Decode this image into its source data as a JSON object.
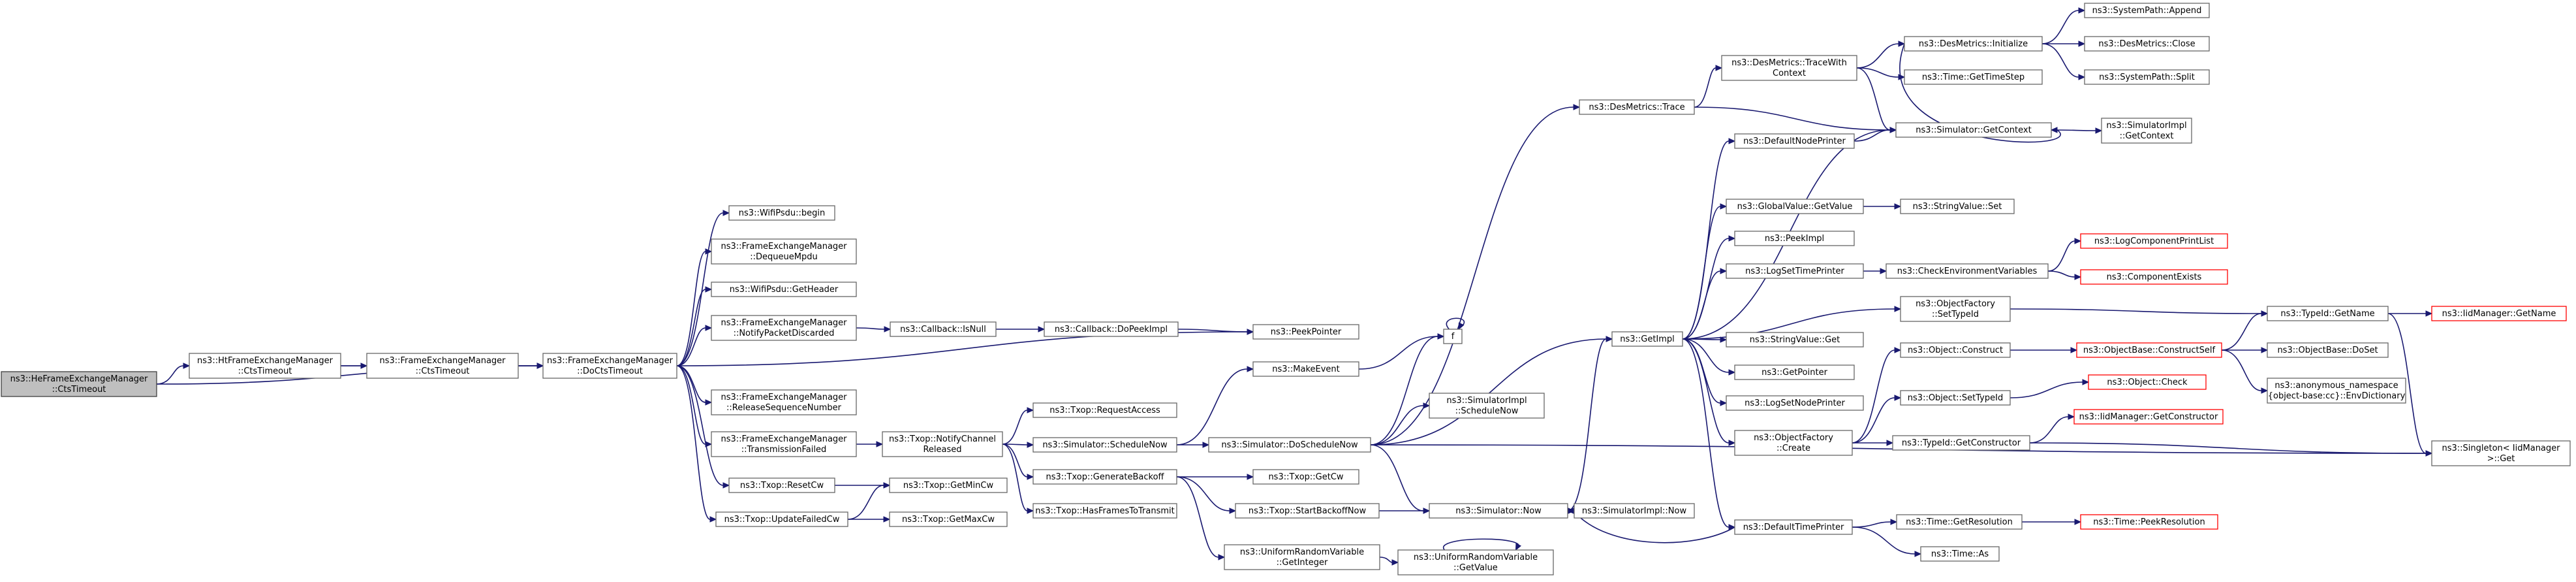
{
  "nodes": [
    {
      "id": "root",
      "lines": [
        "ns3::HeFrameExchangeManager",
        "::CtsTimeout"
      ],
      "kind": "root"
    },
    {
      "id": "ht",
      "lines": [
        "ns3::HtFrameExchangeManager",
        "::CtsTimeout"
      ]
    },
    {
      "id": "fem",
      "lines": [
        "ns3::FrameExchangeManager",
        "::CtsTimeout"
      ]
    },
    {
      "id": "docts",
      "lines": [
        "ns3::FrameExchangeManager",
        "::DoCtsTimeout"
      ]
    },
    {
      "id": "begin",
      "lines": [
        "ns3::WifiPsdu::begin"
      ]
    },
    {
      "id": "deq",
      "lines": [
        "ns3::FrameExchangeManager",
        "::DequeueMpdu"
      ]
    },
    {
      "id": "gethdr",
      "lines": [
        "ns3::WifiPsdu::GetHeader"
      ]
    },
    {
      "id": "notify",
      "lines": [
        "ns3::FrameExchangeManager",
        "::NotifyPacketDiscarded"
      ]
    },
    {
      "id": "release",
      "lines": [
        "ns3::FrameExchangeManager",
        "::ReleaseSequenceNumber"
      ]
    },
    {
      "id": "txfail",
      "lines": [
        "ns3::FrameExchangeManager",
        "::TransmissionFailed"
      ]
    },
    {
      "id": "resetcw",
      "lines": [
        "ns3::Txop::ResetCw"
      ]
    },
    {
      "id": "updfail",
      "lines": [
        "ns3::Txop::UpdateFailedCw"
      ]
    },
    {
      "id": "isnull",
      "lines": [
        "ns3::Callback::IsNull"
      ]
    },
    {
      "id": "dopeek",
      "lines": [
        "ns3::Callback::DoPeekImpl"
      ]
    },
    {
      "id": "peekptr",
      "lines": [
        "ns3::PeekPointer"
      ]
    },
    {
      "id": "notifych",
      "lines": [
        "ns3::Txop::NotifyChannel",
        "Released"
      ]
    },
    {
      "id": "reqacc",
      "lines": [
        "ns3::Txop::RequestAccess"
      ]
    },
    {
      "id": "schednow",
      "lines": [
        "ns3::Simulator::ScheduleNow"
      ]
    },
    {
      "id": "genback",
      "lines": [
        "ns3::Txop::GenerateBackoff"
      ]
    },
    {
      "id": "hasframes",
      "lines": [
        "ns3::Txop::HasFramesToTransmit"
      ]
    },
    {
      "id": "getmincw",
      "lines": [
        "ns3::Txop::GetMinCw"
      ]
    },
    {
      "id": "getmaxcw",
      "lines": [
        "ns3::Txop::GetMaxCw"
      ]
    },
    {
      "id": "makeevent",
      "lines": [
        "ns3::MakeEvent"
      ]
    },
    {
      "id": "f",
      "lines": [
        "f"
      ]
    },
    {
      "id": "doschednow",
      "lines": [
        "ns3::Simulator::DoScheduleNow"
      ]
    },
    {
      "id": "getcw",
      "lines": [
        "ns3::Txop::GetCw"
      ]
    },
    {
      "id": "startback",
      "lines": [
        "ns3::Txop::StartBackoffNow"
      ]
    },
    {
      "id": "urvint",
      "lines": [
        "ns3::UniformRandomVariable",
        "::GetInteger"
      ]
    },
    {
      "id": "urvval",
      "lines": [
        "ns3::UniformRandomVariable",
        "::GetValue"
      ]
    },
    {
      "id": "simimplsched",
      "lines": [
        "ns3::SimulatorImpl",
        "::ScheduleNow"
      ]
    },
    {
      "id": "simnow",
      "lines": [
        "ns3::Simulator::Now"
      ]
    },
    {
      "id": "simimplnow",
      "lines": [
        "ns3::SimulatorImpl::Now"
      ]
    },
    {
      "id": "destrace",
      "lines": [
        "ns3::DesMetrics::Trace"
      ]
    },
    {
      "id": "getimpl",
      "lines": [
        "ns3::GetImpl"
      ]
    },
    {
      "id": "tracewith",
      "lines": [
        "ns3::DesMetrics::TraceWith",
        "Context"
      ]
    },
    {
      "id": "desinit",
      "lines": [
        "ns3::DesMetrics::Initialize"
      ]
    },
    {
      "id": "gettimestep",
      "lines": [
        "ns3::Time::GetTimeStep"
      ]
    },
    {
      "id": "getcontext",
      "lines": [
        "ns3::Simulator::GetContext"
      ]
    },
    {
      "id": "sysappend",
      "lines": [
        "ns3::SystemPath::Append"
      ]
    },
    {
      "id": "desclose",
      "lines": [
        "ns3::DesMetrics::Close"
      ]
    },
    {
      "id": "syssplit",
      "lines": [
        "ns3::SystemPath::Split"
      ]
    },
    {
      "id": "simimplctx",
      "lines": [
        "ns3::SimulatorImpl",
        "::GetContext"
      ]
    },
    {
      "id": "defnodeprinter",
      "lines": [
        "ns3::DefaultNodePrinter"
      ]
    },
    {
      "id": "gvgetvalue",
      "lines": [
        "ns3::GlobalValue::GetValue"
      ]
    },
    {
      "id": "strvalset",
      "lines": [
        "ns3::StringValue::Set"
      ]
    },
    {
      "id": "peekimpl",
      "lines": [
        "ns3::PeekImpl"
      ]
    },
    {
      "id": "logsettime",
      "lines": [
        "ns3::LogSetTimePrinter"
      ]
    },
    {
      "id": "checkenv",
      "lines": [
        "ns3::CheckEnvironmentVariables"
      ]
    },
    {
      "id": "logcomplist",
      "lines": [
        "ns3::LogComponentPrintList"
      ],
      "kind": "red"
    },
    {
      "id": "compexists",
      "lines": [
        "ns3::ComponentExists"
      ],
      "kind": "red"
    },
    {
      "id": "objfactset",
      "lines": [
        "ns3::ObjectFactory",
        "::SetTypeId"
      ]
    },
    {
      "id": "strvalget",
      "lines": [
        "ns3::StringValue::Get"
      ]
    },
    {
      "id": "getpointer",
      "lines": [
        "ns3::GetPointer"
      ]
    },
    {
      "id": "logsetnode",
      "lines": [
        "ns3::LogSetNodePrinter"
      ]
    },
    {
      "id": "objfactcreate",
      "lines": [
        "ns3::ObjectFactory",
        "::Create"
      ]
    },
    {
      "id": "deftimeprinter",
      "lines": [
        "ns3::DefaultTimePrinter"
      ]
    },
    {
      "id": "objconstruct",
      "lines": [
        "ns3::Object::Construct"
      ]
    },
    {
      "id": "objsettypeid",
      "lines": [
        "ns3::Object::SetTypeId"
      ]
    },
    {
      "id": "typeidgetctor",
      "lines": [
        "ns3::TypeId::GetConstructor"
      ]
    },
    {
      "id": "timegetres",
      "lines": [
        "ns3::Time::GetResolution"
      ]
    },
    {
      "id": "timeas",
      "lines": [
        "ns3::Time::As"
      ]
    },
    {
      "id": "objbaseconstructself",
      "lines": [
        "ns3::ObjectBase::ConstructSelf"
      ],
      "kind": "red"
    },
    {
      "id": "objcheck",
      "lines": [
        "ns3::Object::Check"
      ],
      "kind": "red"
    },
    {
      "id": "iidgetctor",
      "lines": [
        "ns3::IidManager::GetConstructor"
      ],
      "kind": "red"
    },
    {
      "id": "timepeekres",
      "lines": [
        "ns3::Time::PeekResolution"
      ],
      "kind": "red"
    },
    {
      "id": "typeidgetname",
      "lines": [
        "ns3::TypeId::GetName"
      ]
    },
    {
      "id": "objbasedoset",
      "lines": [
        "ns3::ObjectBase::DoSet"
      ]
    },
    {
      "id": "anonenv",
      "lines": [
        "ns3::anonymous_namespace",
        "{object-base:cc}::EnvDictionary"
      ]
    },
    {
      "id": "iidgetname",
      "lines": [
        "ns3::IidManager::GetName"
      ],
      "kind": "red"
    },
    {
      "id": "singleton",
      "lines": [
        "ns3::Singleton< IidManager",
        ">::Get"
      ]
    }
  ],
  "edges": [
    [
      "root",
      "ht"
    ],
    [
      "root",
      "docts"
    ],
    [
      "ht",
      "fem"
    ],
    [
      "ht",
      "docts"
    ],
    [
      "fem",
      "docts"
    ],
    [
      "docts",
      "begin"
    ],
    [
      "docts",
      "deq"
    ],
    [
      "docts",
      "gethdr"
    ],
    [
      "docts",
      "notify"
    ],
    [
      "docts",
      "peekptr"
    ],
    [
      "docts",
      "release"
    ],
    [
      "docts",
      "txfail"
    ],
    [
      "docts",
      "resetcw"
    ],
    [
      "docts",
      "updfail"
    ],
    [
      "notify",
      "isnull"
    ],
    [
      "isnull",
      "dopeek"
    ],
    [
      "dopeek",
      "peekptr"
    ],
    [
      "txfail",
      "notifych"
    ],
    [
      "notifych",
      "reqacc"
    ],
    [
      "notifych",
      "schednow"
    ],
    [
      "notifych",
      "genback"
    ],
    [
      "notifych",
      "hasframes"
    ],
    [
      "resetcw",
      "getmincw"
    ],
    [
      "updfail",
      "getmincw"
    ],
    [
      "updfail",
      "getmaxcw"
    ],
    [
      "schednow",
      "makeevent"
    ],
    [
      "schednow",
      "doschednow"
    ],
    [
      "makeevent",
      "f"
    ],
    [
      "f",
      "f"
    ],
    [
      "genback",
      "getcw"
    ],
    [
      "genback",
      "startback"
    ],
    [
      "genback",
      "urvint"
    ],
    [
      "urvint",
      "urvval"
    ],
    [
      "urvval",
      "urvval"
    ],
    [
      "startback",
      "simnow"
    ],
    [
      "doschednow",
      "f"
    ],
    [
      "doschednow",
      "destrace"
    ],
    [
      "doschednow",
      "simimplsched"
    ],
    [
      "doschednow",
      "getimpl"
    ],
    [
      "doschednow",
      "simnow"
    ],
    [
      "doschednow",
      "singleton"
    ],
    [
      "simnow",
      "simimplnow"
    ],
    [
      "simnow",
      "getimpl"
    ],
    [
      "destrace",
      "tracewith"
    ],
    [
      "destrace",
      "getcontext"
    ],
    [
      "tracewith",
      "desinit"
    ],
    [
      "tracewith",
      "gettimestep"
    ],
    [
      "tracewith",
      "getcontext"
    ],
    [
      "desinit",
      "sysappend"
    ],
    [
      "desinit",
      "desclose"
    ],
    [
      "desinit",
      "syssplit"
    ],
    [
      "desinit",
      "getcontext"
    ],
    [
      "getcontext",
      "simimplctx"
    ],
    [
      "getimpl",
      "defnodeprinter"
    ],
    [
      "getimpl",
      "getcontext"
    ],
    [
      "getimpl",
      "gvgetvalue"
    ],
    [
      "getimpl",
      "peekimpl"
    ],
    [
      "getimpl",
      "logsettime"
    ],
    [
      "getimpl",
      "objfactset"
    ],
    [
      "getimpl",
      "strvalget"
    ],
    [
      "getimpl",
      "getpointer"
    ],
    [
      "getimpl",
      "logsetnode"
    ],
    [
      "getimpl",
      "objfactcreate"
    ],
    [
      "getimpl",
      "deftimeprinter"
    ],
    [
      "defnodeprinter",
      "getcontext"
    ],
    [
      "gvgetvalue",
      "strvalset"
    ],
    [
      "logsettime",
      "checkenv"
    ],
    [
      "checkenv",
      "logcomplist"
    ],
    [
      "checkenv",
      "compexists"
    ],
    [
      "objfactset",
      "typeidgetname"
    ],
    [
      "objfactcreate",
      "objconstruct"
    ],
    [
      "objfactcreate",
      "objsettypeid"
    ],
    [
      "objfactcreate",
      "typeidgetctor"
    ],
    [
      "deftimeprinter",
      "simnow"
    ],
    [
      "deftimeprinter",
      "timegetres"
    ],
    [
      "deftimeprinter",
      "timeas"
    ],
    [
      "objconstruct",
      "objbaseconstructself"
    ],
    [
      "objsettypeid",
      "objcheck"
    ],
    [
      "typeidgetctor",
      "iidgetctor"
    ],
    [
      "typeidgetctor",
      "singleton"
    ],
    [
      "timegetres",
      "timepeekres"
    ],
    [
      "objbaseconstructself",
      "typeidgetname"
    ],
    [
      "objbaseconstructself",
      "objbasedoset"
    ],
    [
      "objbaseconstructself",
      "anonenv"
    ],
    [
      "typeidgetname",
      "iidgetname"
    ],
    [
      "typeidgetname",
      "singleton"
    ]
  ]
}
